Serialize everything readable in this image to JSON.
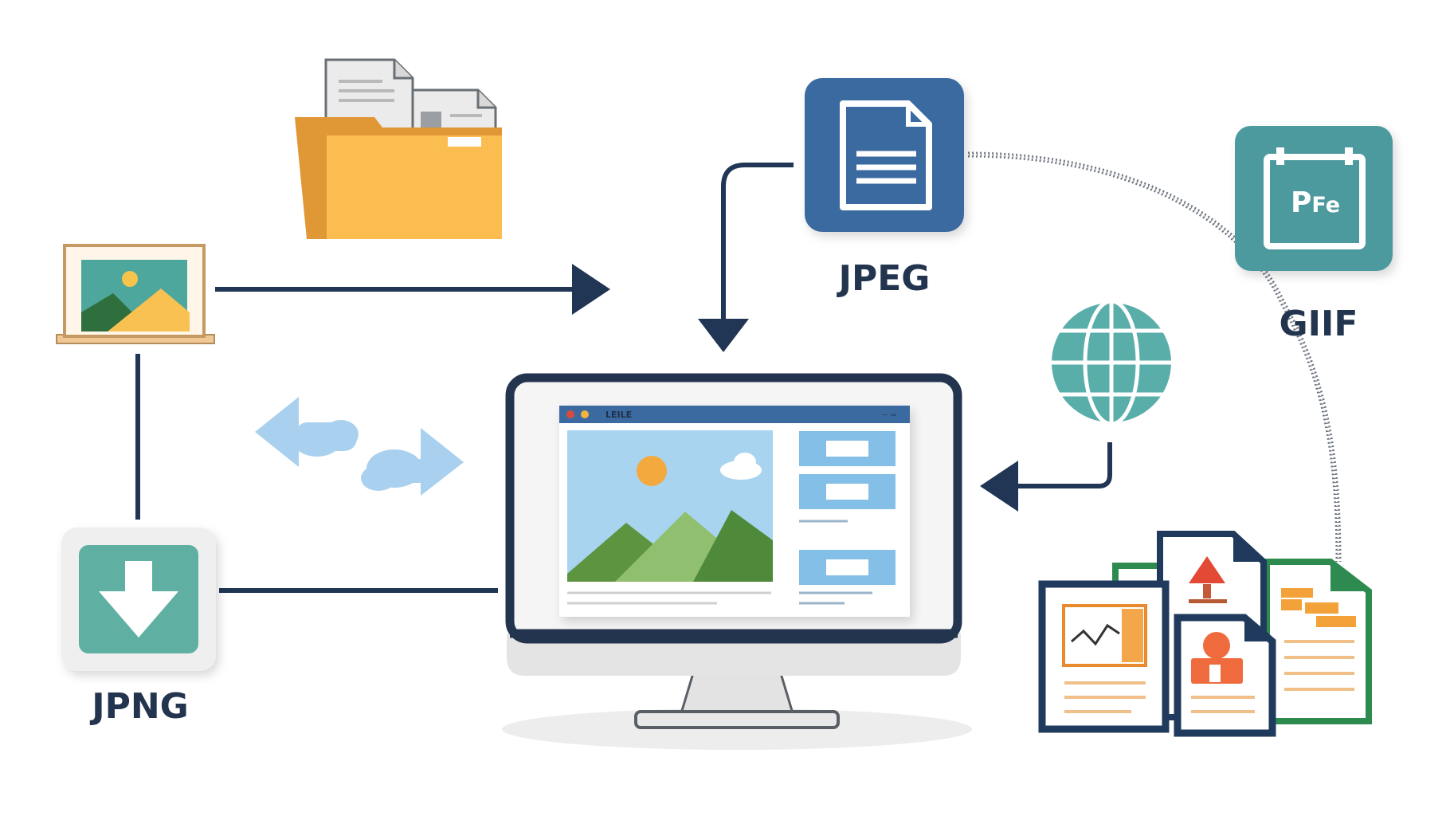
{
  "labels": {
    "jpeg": "JPEG",
    "giif": "GIIF",
    "jpng": "JPNG"
  },
  "icons": {
    "document_tile_badge_main": "P",
    "document_tile_badge_sub": "Fe"
  },
  "monitor_window": {
    "title": "LEILE",
    "controls": "— ▭"
  },
  "colors": {
    "navy": "#213654",
    "blue_tile": "#3b6aa0",
    "teal_tile": "#4d9a9e",
    "download_tile": "#5fb0a3",
    "folder": "#fbbd4f",
    "folder_dark": "#e09735",
    "cloud_arrow": "#a9d1ef",
    "globe": "#5aaeaa"
  }
}
